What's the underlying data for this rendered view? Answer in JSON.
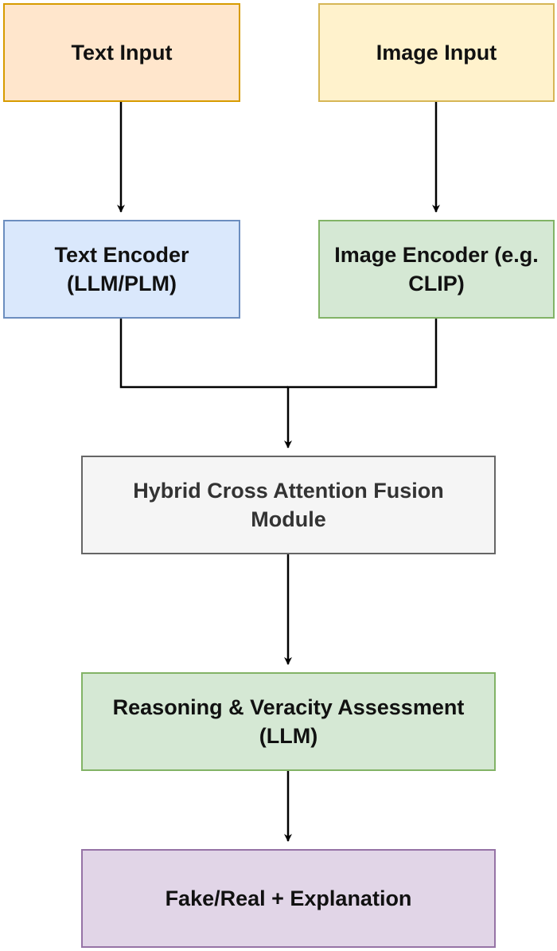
{
  "nodes": {
    "text_input": {
      "label": "Text Input",
      "fill": "#ffe6cc",
      "stroke": "#d79b00"
    },
    "image_input": {
      "label": "Image Input",
      "fill": "#fff2cc",
      "stroke": "#d6b656"
    },
    "text_encoder": {
      "line1": "Text Encoder",
      "line2": "(LLM/PLM)",
      "fill": "#dae8fc",
      "stroke": "#6c8ebf"
    },
    "image_encoder": {
      "line1": "Image Encoder (e.g.",
      "line2": "CLIP)",
      "fill": "#d5e8d4",
      "stroke": "#82b366"
    },
    "fusion_module": {
      "line1": "Hybrid Cross Attention Fusion",
      "line2": "Module",
      "fill": "#f5f5f5",
      "stroke": "#666666"
    },
    "reasoning": {
      "line1": "Reasoning & Veracity Assessment",
      "line2": "(LLM)",
      "fill": "#d5e8d4",
      "stroke": "#82b366"
    },
    "output": {
      "label": "Fake/Real + Explanation",
      "fill": "#e1d5e7",
      "stroke": "#9673a6"
    }
  },
  "edges": [
    {
      "from": "text_input",
      "to": "text_encoder"
    },
    {
      "from": "image_input",
      "to": "image_encoder"
    },
    {
      "from": "text_encoder",
      "to": "fusion_module"
    },
    {
      "from": "image_encoder",
      "to": "fusion_module"
    },
    {
      "from": "fusion_module",
      "to": "reasoning"
    },
    {
      "from": "reasoning",
      "to": "output"
    }
  ],
  "colors": {
    "edge": "#000000"
  }
}
